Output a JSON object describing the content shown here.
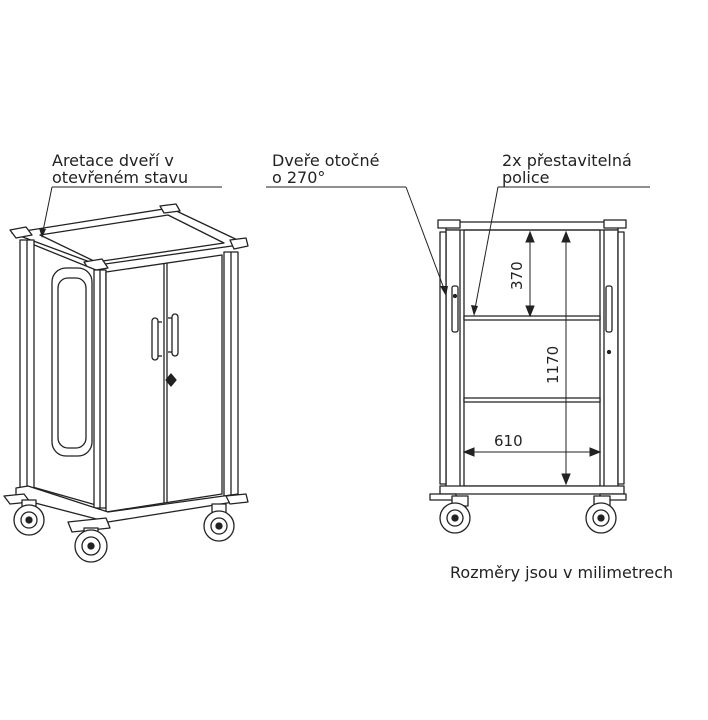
{
  "callouts": {
    "door_lock": [
      "Aretace dveří v",
      "otevřeném stavu"
    ],
    "door_swing": [
      "Dveře otočné",
      "o 270°"
    ],
    "shelves": [
      "2x přestavitelná",
      "police"
    ]
  },
  "dimensions": {
    "shelf_gap": "370",
    "inner_height": "1170",
    "inner_width": "610"
  },
  "footnote": "Rozměry jsou v milimetrech",
  "colors": {
    "line": "#222222",
    "paper": "#ffffff"
  }
}
